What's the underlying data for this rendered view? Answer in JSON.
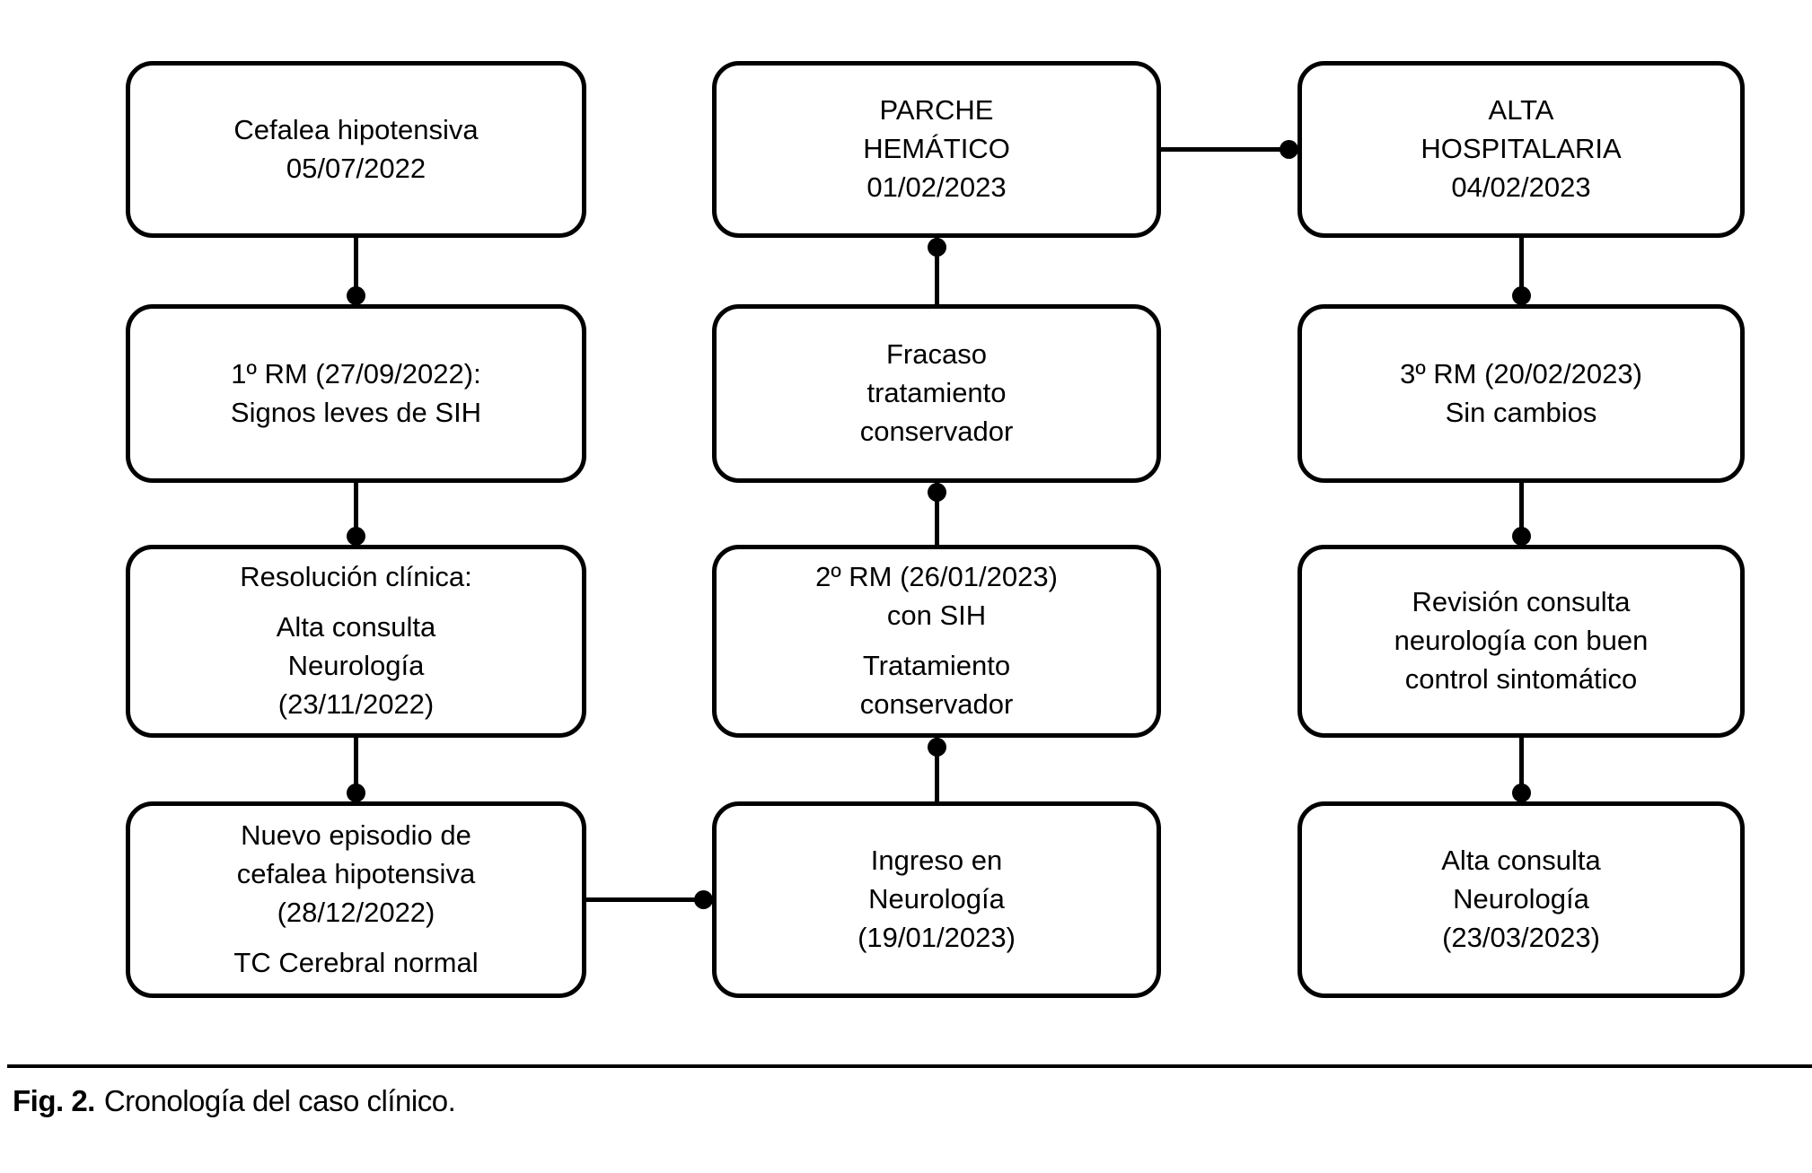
{
  "figure": {
    "caption_label": "Fig. 2.",
    "caption_text": "Cronología del caso clínico."
  },
  "colors": {
    "box_border": "#000000",
    "box_fill": "#ffffff",
    "text": "#000000",
    "background": "#ffffff",
    "connector": "#000000"
  },
  "flowchart": {
    "nodes": [
      {
        "id": "cefalea-hipotensiva",
        "col": 1,
        "row": 1,
        "paragraphs": [
          [
            "Cefalea hipotensiva",
            "05/07/2022"
          ]
        ]
      },
      {
        "id": "rm-1",
        "col": 1,
        "row": 2,
        "paragraphs": [
          [
            "1º RM (27/09/2022):",
            "Signos leves de SIH"
          ]
        ]
      },
      {
        "id": "resolucion-clinica",
        "col": 1,
        "row": 3,
        "paragraphs": [
          [
            "Resolución clínica:"
          ],
          [
            "Alta consulta",
            "Neurología",
            "(23/11/2022)"
          ]
        ]
      },
      {
        "id": "nuevo-episodio",
        "col": 1,
        "row": 4,
        "paragraphs": [
          [
            "Nuevo episodio de",
            "cefalea hipotensiva",
            "(28/12/2022)"
          ],
          [
            "TC Cerebral normal"
          ]
        ]
      },
      {
        "id": "parche-hematico",
        "col": 2,
        "row": 1,
        "paragraphs": [
          [
            "PARCHE",
            "HEMÁTICO",
            "01/02/2023"
          ]
        ]
      },
      {
        "id": "fracaso-tratamiento",
        "col": 2,
        "row": 2,
        "paragraphs": [
          [
            "Fracaso",
            "tratamiento",
            "conservador"
          ]
        ]
      },
      {
        "id": "rm-2",
        "col": 2,
        "row": 3,
        "paragraphs": [
          [
            "2º RM (26/01/2023)",
            "con SIH"
          ],
          [
            "Tratamiento",
            "conservador"
          ]
        ]
      },
      {
        "id": "ingreso-neurologia",
        "col": 2,
        "row": 4,
        "paragraphs": [
          [
            "Ingreso en",
            "Neurología",
            "(19/01/2023)"
          ]
        ]
      },
      {
        "id": "alta-hospitalaria",
        "col": 3,
        "row": 1,
        "paragraphs": [
          [
            "ALTA",
            "HOSPITALARIA",
            "04/02/2023"
          ]
        ]
      },
      {
        "id": "rm-3",
        "col": 3,
        "row": 2,
        "paragraphs": [
          [
            "3º RM (20/02/2023)",
            "Sin cambios"
          ]
        ]
      },
      {
        "id": "revision-consulta",
        "col": 3,
        "row": 3,
        "paragraphs": [
          [
            "Revisión consulta",
            "neurología con buen",
            "control sintomático"
          ]
        ]
      },
      {
        "id": "alta-consulta",
        "col": 3,
        "row": 4,
        "paragraphs": [
          [
            "Alta consulta",
            "Neurología",
            "(23/03/2023)"
          ]
        ]
      }
    ],
    "edges": [
      {
        "from": "cefalea-hipotensiva",
        "to": "rm-1",
        "type": "vertical",
        "dot": "end"
      },
      {
        "from": "rm-1",
        "to": "resolucion-clinica",
        "type": "vertical",
        "dot": "end"
      },
      {
        "from": "resolucion-clinica",
        "to": "nuevo-episodio",
        "type": "vertical",
        "dot": "end"
      },
      {
        "from": "nuevo-episodio",
        "to": "ingreso-neurologia",
        "type": "horizontal",
        "dot": "end"
      },
      {
        "from": "ingreso-neurologia",
        "to": "rm-2",
        "type": "vertical",
        "dot": "end"
      },
      {
        "from": "rm-2",
        "to": "fracaso-tratamiento",
        "type": "vertical",
        "dot": "end"
      },
      {
        "from": "fracaso-tratamiento",
        "to": "parche-hematico",
        "type": "vertical",
        "dot": "end"
      },
      {
        "from": "parche-hematico",
        "to": "alta-hospitalaria",
        "type": "horizontal",
        "dot": "end"
      },
      {
        "from": "alta-hospitalaria",
        "to": "rm-3",
        "type": "vertical",
        "dot": "end"
      },
      {
        "from": "rm-3",
        "to": "revision-consulta",
        "type": "vertical",
        "dot": "end"
      },
      {
        "from": "revision-consulta",
        "to": "alta-consulta",
        "type": "vertical",
        "dot": "end"
      }
    ]
  }
}
